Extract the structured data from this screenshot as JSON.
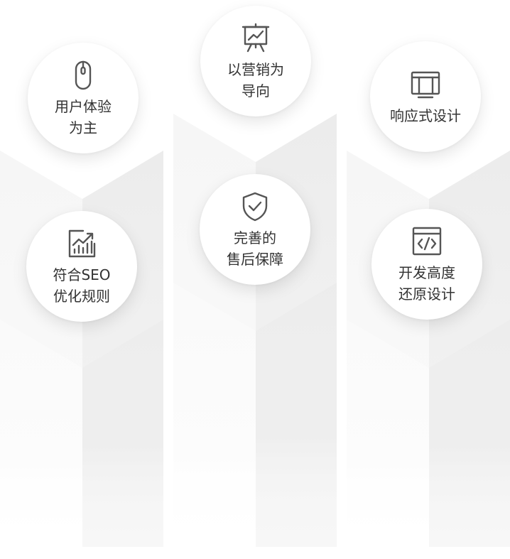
{
  "features": [
    {
      "id": "user-experience",
      "icon": "mouse-icon",
      "lines": [
        "用户体验",
        "为主"
      ]
    },
    {
      "id": "marketing",
      "icon": "presentation-chart-icon",
      "lines": [
        "以营销为",
        "导向"
      ]
    },
    {
      "id": "responsive",
      "icon": "layout-window-icon",
      "lines": [
        "响应式设计"
      ]
    },
    {
      "id": "seo",
      "icon": "growth-chart-icon",
      "lines": [
        "符合SEO",
        "优化规则"
      ]
    },
    {
      "id": "after-sales",
      "icon": "shield-check-icon",
      "lines": [
        "完善的",
        "售后保障"
      ]
    },
    {
      "id": "dev-restore",
      "icon": "code-window-icon",
      "lines": [
        "开发高度",
        "还原设计"
      ]
    }
  ],
  "colors": {
    "icon": "#555555",
    "text": "#333333",
    "background": "#ffffff"
  }
}
